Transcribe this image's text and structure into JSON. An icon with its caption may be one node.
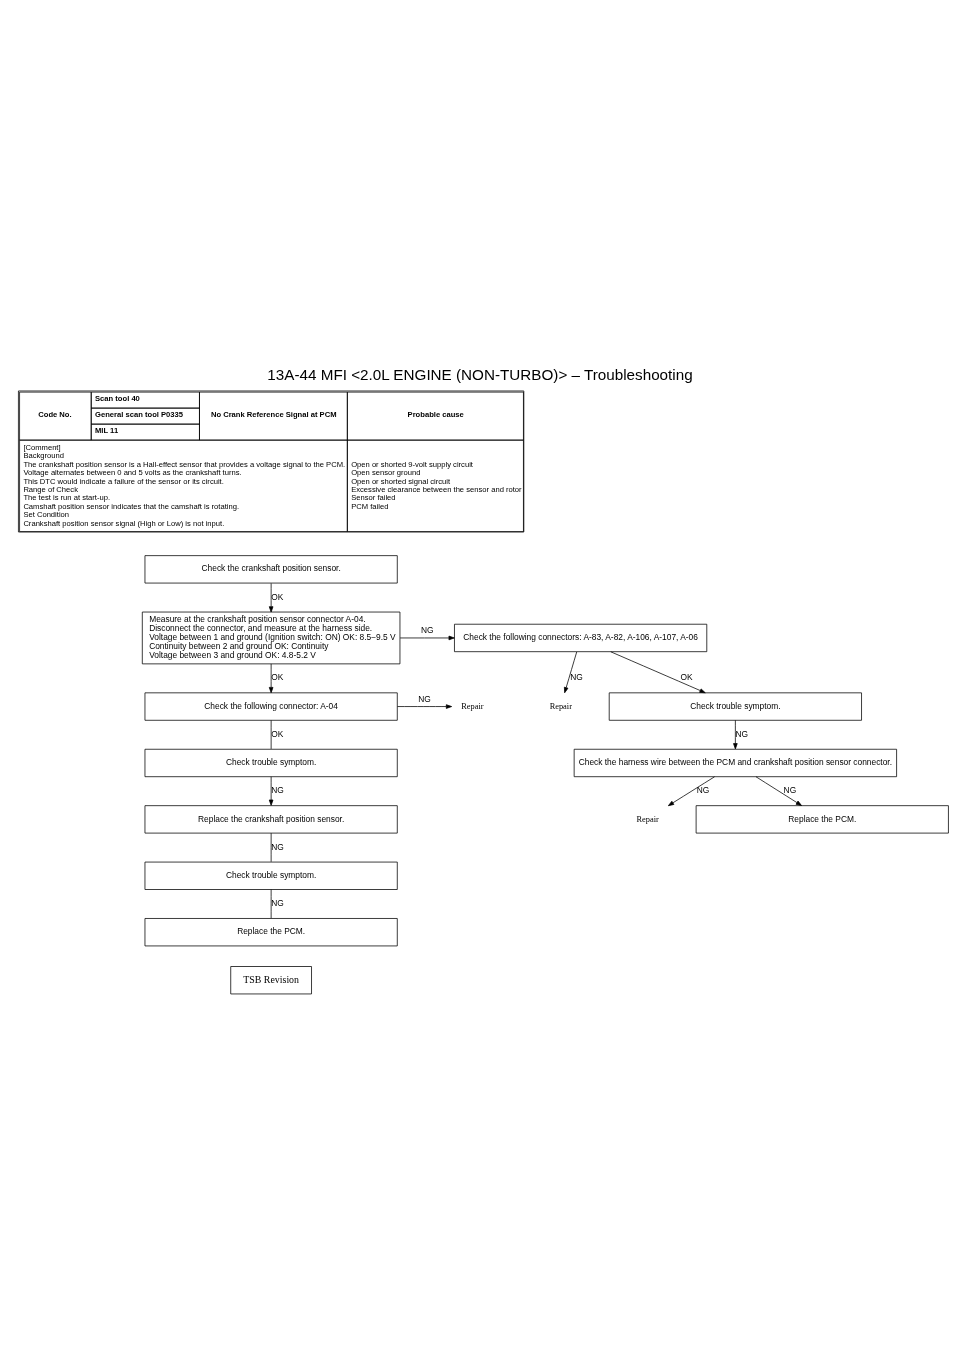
{
  "diagram": {
    "title": "13A-44 MFI <2.0L ENGINE (NON-TURBO)> – Troubleshooting",
    "nodes": [
      {
        "text": [
          "Check the crankshaft position sensor."
        ]
      },
      {
        "text": [
          "Measure at the crankshaft position sensor connector A-04.",
          "Disconnect the connector, and measure at the harness side.",
          "Voltage between 1 and ground (Ignition switch: ON) OK: 8.5−9.5 V",
          "Continuity between 2 and ground OK: Continuity",
          "Voltage between 3 and ground OK: 4.8-5.2 V"
        ]
      },
      {
        "text": [
          "Check the following connectors: A-83, A-82, A-106, A-107, A-06"
        ]
      },
      {
        "text": [
          "Check trouble symptom."
        ]
      },
      {
        "text": [
          "Repair"
        ]
      },
      {
        "text": [
          "Check the harness wire between the PCM and crankshaft position sensor connector."
        ]
      },
      {
        "text": [
          "Replace the PCM."
        ]
      },
      {
        "text": [
          "Repair"
        ]
      },
      {
        "text": [
          "Check the following connector: A-04"
        ]
      },
      {
        "text": [
          "Repair"
        ]
      },
      {
        "text": [
          "Check trouble symptom."
        ]
      },
      {
        "text": [
          "Replace the crankshaft position sensor."
        ]
      },
      {
        "text": [
          "Check trouble symptom."
        ]
      },
      {
        "text": [
          "Replace the PCM."
        ]
      }
    ],
    "edges": [
      {
        "from": 0,
        "to": 1,
        "arrow": "to",
        "label": "OK"
      },
      {
        "from": 1,
        "to": 2,
        "arrow": "to",
        "label": "NG"
      },
      {
        "from": 2,
        "to": 3,
        "arrow": "to",
        "label": "OK"
      },
      {
        "from": 2,
        "to": 4,
        "arrow": "to",
        "label": "NG"
      },
      {
        "from": 3,
        "to": 5,
        "arrow": "to",
        "label": "NG"
      },
      {
        "from": 5,
        "to": 6,
        "arrow": "to",
        "label": "NG"
      },
      {
        "from": 5,
        "to": 7,
        "arrow": "to",
        "label": "NG"
      },
      {
        "from": 1,
        "to": 8,
        "arrow": "to",
        "label": "OK"
      },
      {
        "from": 8,
        "to": 9,
        "arrow": "to",
        "label": "NG"
      },
      {
        "from": 8,
        "to": 10,
        "arrow": "none",
        "label": "OK"
      },
      {
        "from": 10,
        "to": 11,
        "arrow": "to",
        "label": "NG"
      },
      {
        "from": 11,
        "to": 12,
        "arrow": "none",
        "label": "NG"
      },
      {
        "from": 12,
        "to": 13,
        "arrow": "none",
        "label": "NG"
      }
    ],
    "labels": [
      "Code No.",
      "Scan tool 40",
      "General scan tool P0335",
      "MIL 11",
      "No Crank Reference Signal at PCM",
      "Probable cause",
      "[Comment]",
      "Background",
      "The crankshaft position sensor is a Hall-effect sensor that provides a voltage signal to the PCM.",
      "Voltage alternates between 0 and 5 volts as the crankshaft turns.",
      "This DTC would indicate a failure of the sensor or its circuit.",
      "Range of Check",
      "The test is run at start-up.",
      "Camshaft position sensor indicates that the camshaft is rotating.",
      "Set Condition",
      "Crankshaft position sensor signal (High or Low) is not input.",
      "Open or shorted 9-volt supply circuit",
      "Open sensor ground",
      "Open or shorted signal circuit",
      "Excessive clearance between the sensor and rotor",
      "Sensor failed",
      "PCM failed",
      "TSB Revision"
    ]
  }
}
